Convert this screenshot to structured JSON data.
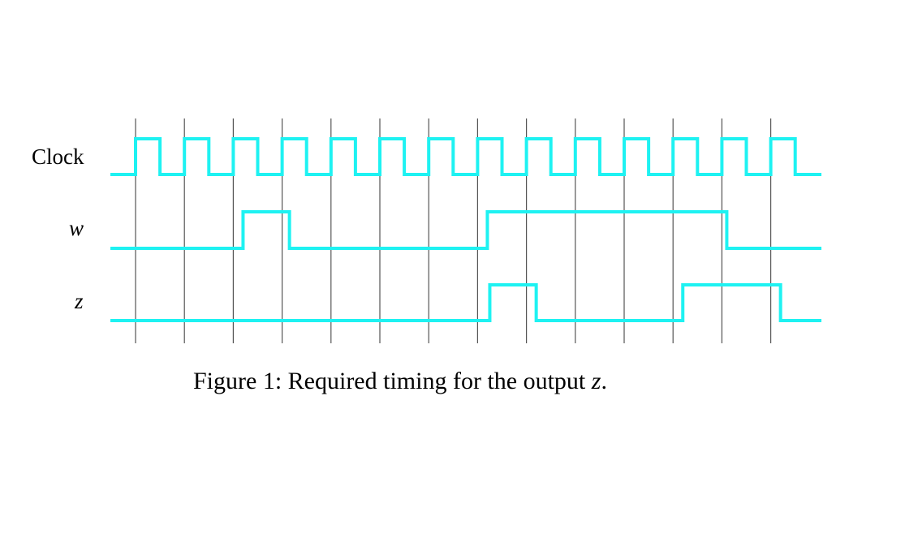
{
  "signals": [
    {
      "id": "clock",
      "label": "Clock",
      "italic": false,
      "kind": "clock"
    },
    {
      "id": "w",
      "label": "w",
      "italic": true,
      "kind": "wave",
      "initial": 0,
      "transitions": [
        [
          2.2,
          1
        ],
        [
          3.15,
          0
        ],
        [
          7.2,
          1
        ],
        [
          12.1,
          0
        ]
      ]
    },
    {
      "id": "z",
      "label": "z",
      "italic": true,
      "kind": "wave",
      "initial": 0,
      "transitions": [
        [
          7.25,
          1
        ],
        [
          8.2,
          0
        ],
        [
          11.2,
          1
        ],
        [
          13.2,
          0
        ]
      ]
    }
  ],
  "cycles": 14,
  "caption": {
    "prefix": "Figure 1: Required timing for the output ",
    "variable": "z",
    "suffix": "."
  },
  "colors": {
    "waveform": "#1ef2f2",
    "gridline": "#555555",
    "text": "#000000"
  }
}
